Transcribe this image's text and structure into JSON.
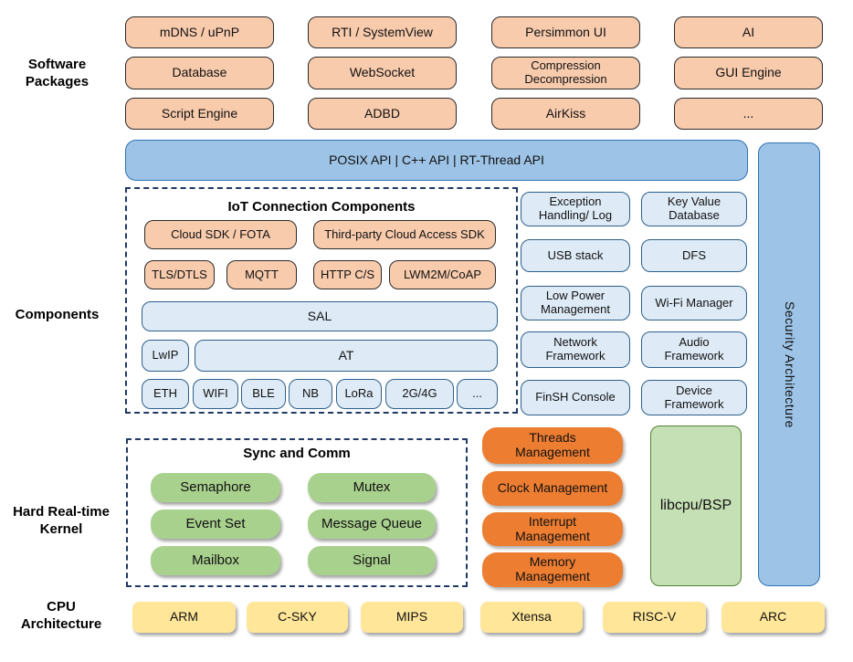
{
  "labels": {
    "software_packages": "Software\nPackages",
    "components": "Components",
    "kernel": "Hard Real-time\nKernel",
    "cpu": "CPU\nArchitecture"
  },
  "software_packages": {
    "grid": [
      [
        "mDNS / uPnP",
        "RTI / SystemView",
        "Persimmon UI",
        "AI"
      ],
      [
        "Database",
        "WebSocket",
        "Compression\nDecompression",
        "GUI Engine"
      ],
      [
        "Script Engine",
        "ADBD",
        "AirKiss",
        "..."
      ]
    ]
  },
  "api_bar": {
    "label": "POSIX API | C++ API | RT-Thread API"
  },
  "security_bar": {
    "label": "Security Architecture"
  },
  "iot": {
    "title": "IoT Connection Components",
    "sdk_row": [
      "Cloud SDK / FOTA",
      "Third-party Cloud Access SDK"
    ],
    "proto_row": [
      "TLS/DTLS",
      "MQTT",
      "HTTP C/S",
      "LWM2M/CoAP"
    ],
    "sal": "SAL",
    "lwip": "LwIP",
    "at": "AT",
    "links": [
      "ETH",
      "WIFI",
      "BLE",
      "NB",
      "LoRa",
      "2G/4G",
      "..."
    ]
  },
  "components_right": {
    "rows": [
      [
        "Exception\nHandling/ Log",
        "Key Value\nDatabase"
      ],
      [
        "USB stack",
        "DFS"
      ],
      [
        "Low Power\nManagement",
        "Wi-Fi Manager"
      ],
      [
        "Network\nFramework",
        "Audio\nFramework"
      ],
      [
        "FinSH Console",
        "Device\nFramework"
      ]
    ]
  },
  "kernel": {
    "sync_title": "Sync and Comm",
    "sync_grid": [
      [
        "Semaphore",
        "Mutex"
      ],
      [
        "Event Set",
        "Message Queue"
      ],
      [
        "Mailbox",
        "Signal"
      ]
    ],
    "management": [
      "Threads\nManagement",
      "Clock Management",
      "Interrupt\nManagement",
      "Memory\nManagement"
    ],
    "libcpu": "libcpu/BSP"
  },
  "cpu_row": [
    "ARM",
    "C-SKY",
    "MIPS",
    "Xtensa",
    "RISC-V",
    "ARC"
  ],
  "colors": {
    "package_fill": "#F8CBAD",
    "api_bar_fill": "#9DC3E6",
    "api_bar_border": "#2E74B5",
    "component_fill": "#DEEBF7",
    "kernel_sync_fill": "#A9D18E",
    "kernel_mgmt_fill": "#ED7D31",
    "libcpu_fill": "#C5E0B4",
    "cpu_fill": "#FFE699",
    "dashed_border": "#1F3864"
  }
}
